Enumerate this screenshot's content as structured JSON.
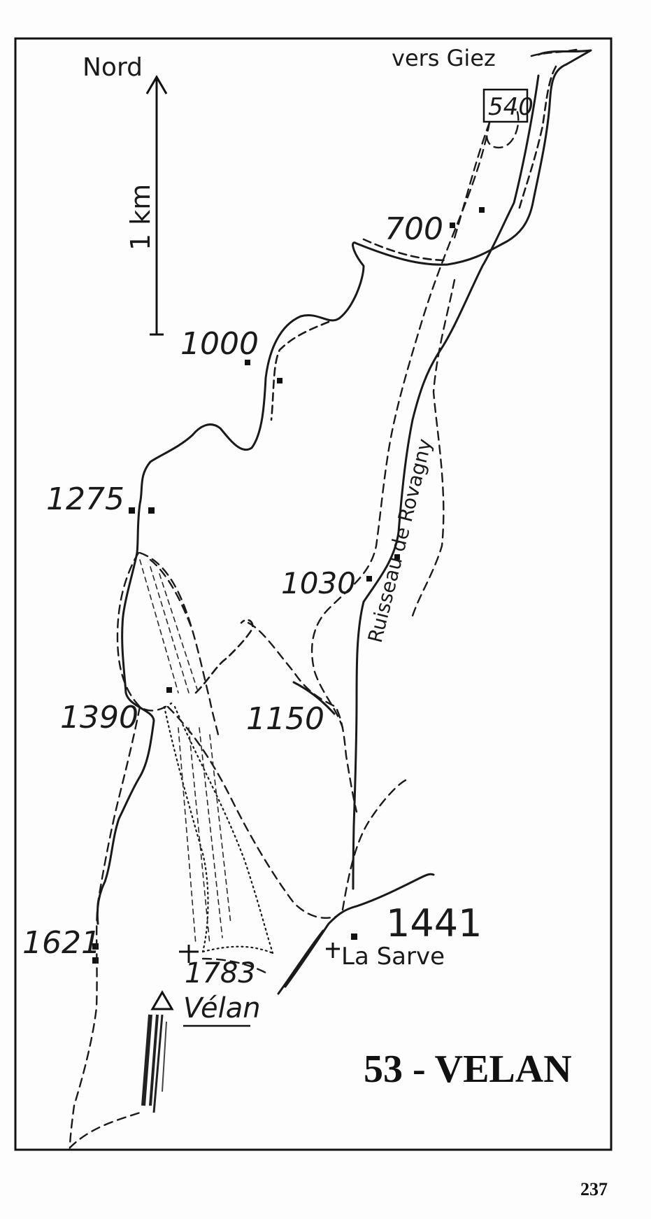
{
  "map": {
    "north_label": "Nord",
    "scale_label": "1 km",
    "route_title": "53 - VELAN",
    "page_number": "237",
    "destination": "vers Giez",
    "stream_name": "Ruisseau de Rovagny",
    "altitudes": {
      "start_boxed": "540",
      "a700": "700",
      "a1000": "1000",
      "a1275": "1275",
      "a1030": "1030",
      "a1390": "1390",
      "a1150": "1150",
      "a1621": "1621",
      "a1441": "1441",
      "a1783": "1783"
    },
    "places": {
      "summit": "Vélan",
      "pass": "La Sarve"
    }
  }
}
